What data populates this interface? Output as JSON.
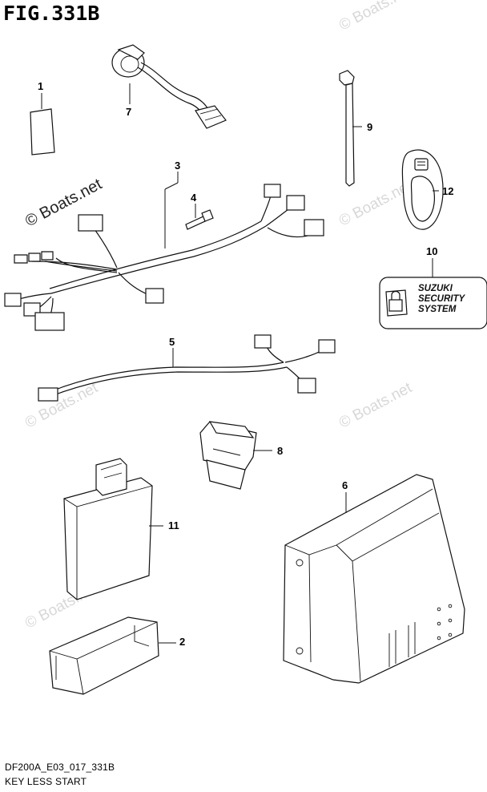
{
  "figure": {
    "title": "FIG.331B",
    "code": "DF200A_E03_017_331B",
    "caption": "KEY LESS START"
  },
  "watermark": {
    "text": "© Boats.net"
  },
  "callouts": [
    "1",
    "2",
    "3",
    "4",
    "5",
    "6",
    "7",
    "8",
    "9",
    "10",
    "11",
    "12"
  ],
  "decal_text": {
    "line1": "SUZUKI",
    "line2": "SECURITY",
    "line3": "SYSTEM"
  }
}
